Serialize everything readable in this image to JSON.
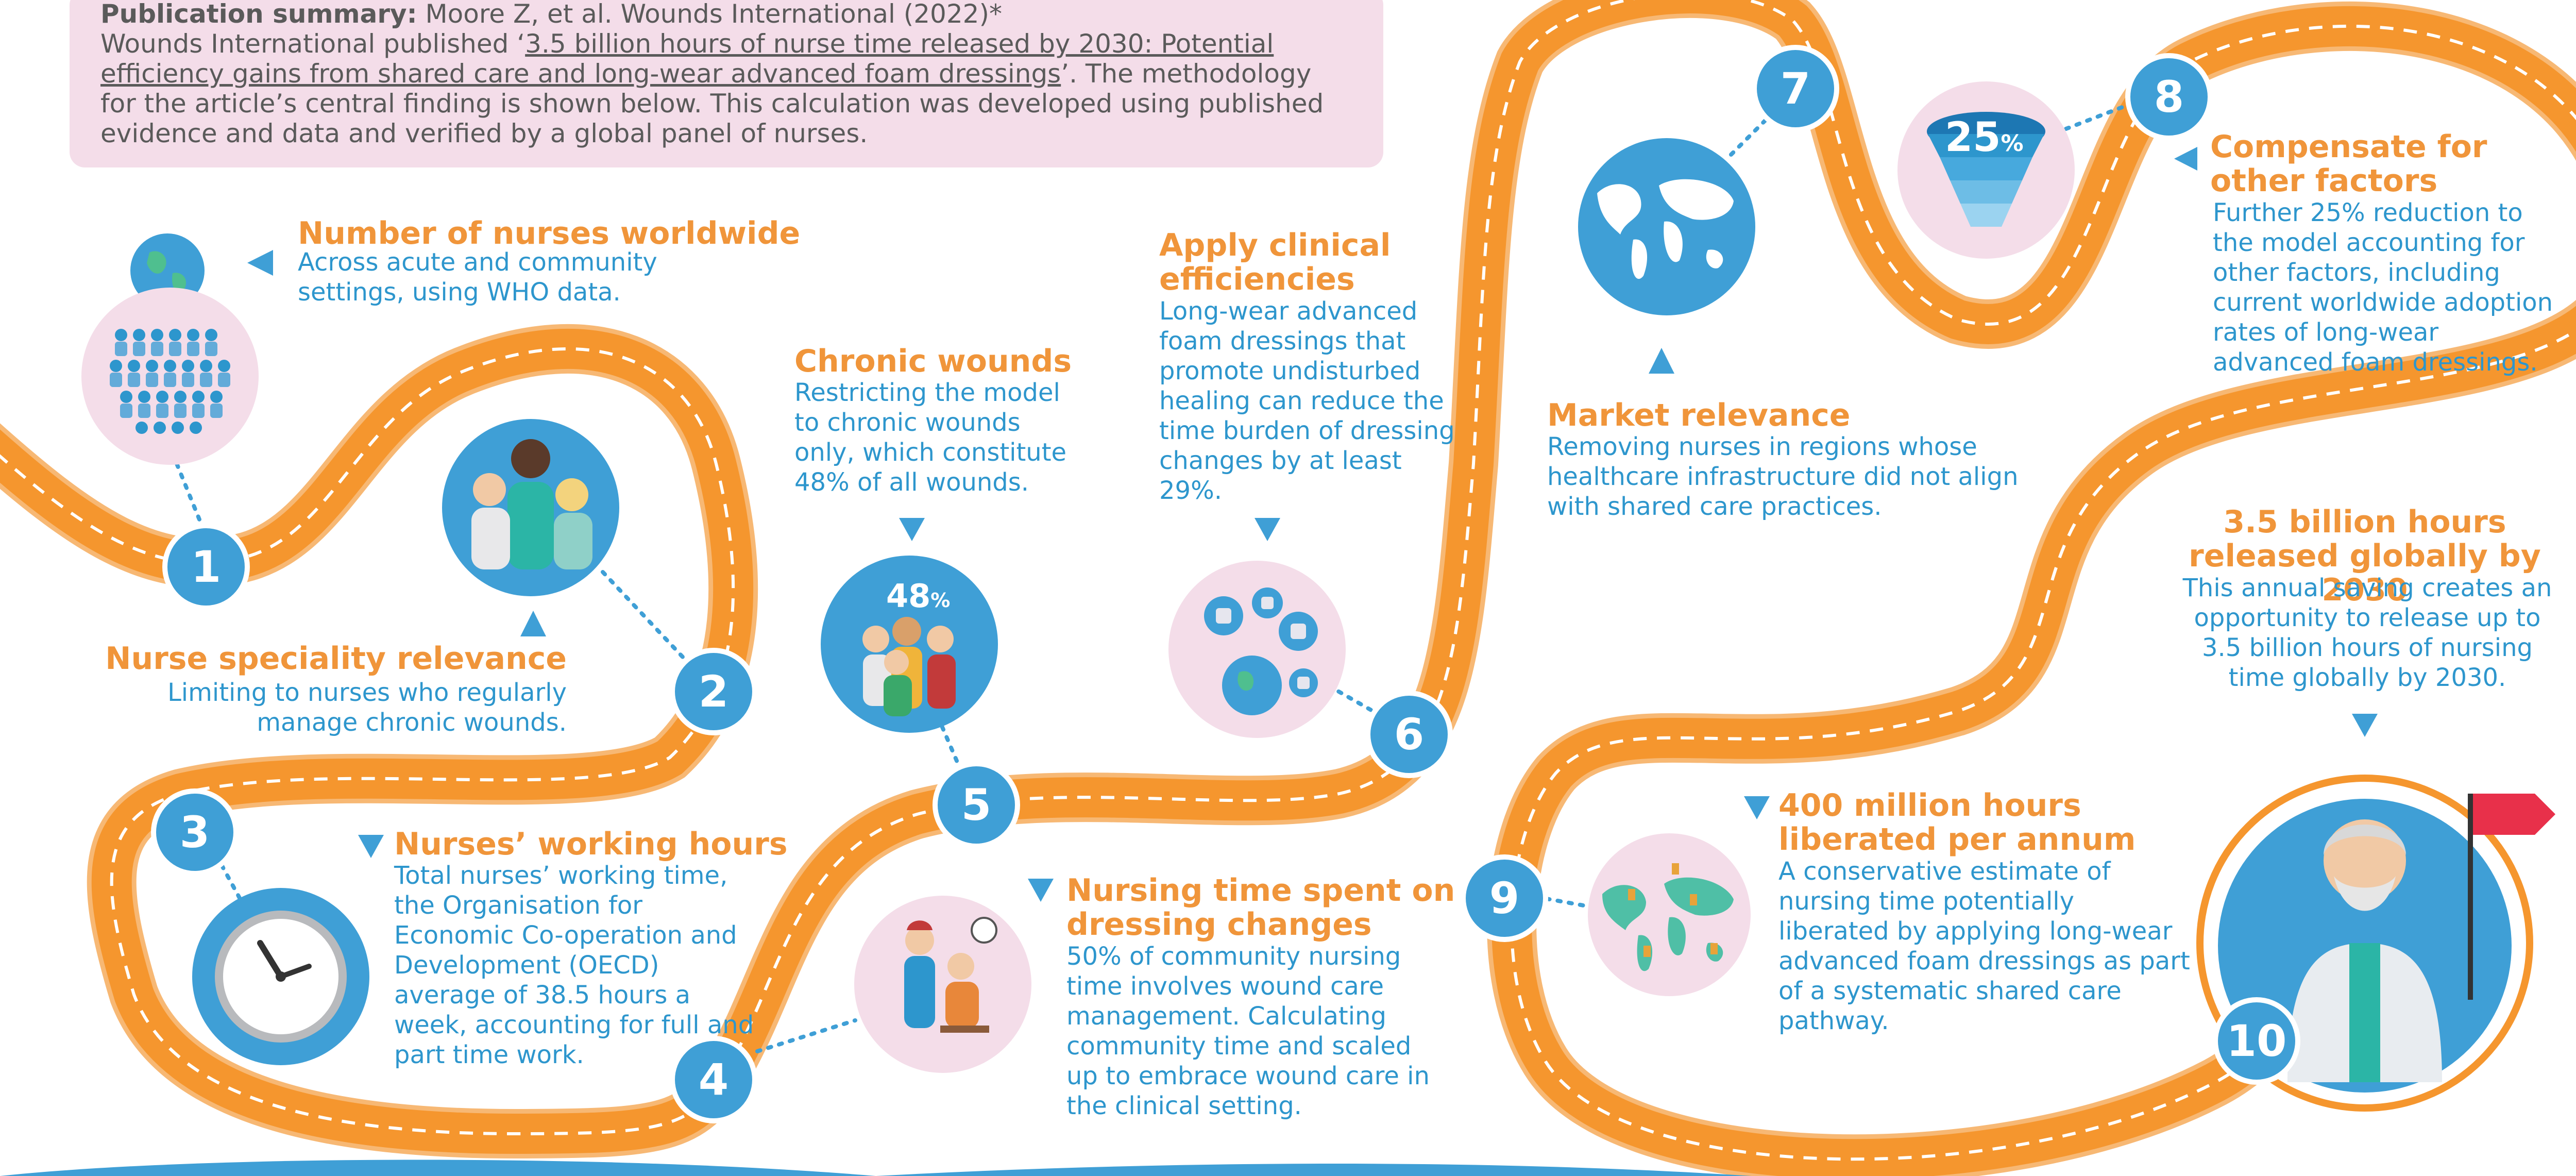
{
  "publication": {
    "label": "Publication summary:",
    "citation": " Moore Z, et al. Wounds International (2022)*",
    "line_prefix": "Wounds International published ‘",
    "article_title": "3.5 billion hours of nurse time released by 2030: Potential efficiency gains from shared care and long-wear advanced foam dressings",
    "line_suffix": "’. The methodology for the article’s central finding is shown below. This calculation was developed using published evidence and data and verified by a global panel of nurses."
  },
  "steps": [
    {
      "number": "1",
      "title": "Number of nurses worldwide",
      "text": "Across acute and community settings, using WHO data."
    },
    {
      "number": "2",
      "title": "Nurse speciality relevance",
      "text": "Limiting to nurses who regularly manage chronic wounds."
    },
    {
      "number": "3",
      "title": "Nurses’ working hours",
      "text": "Total nurses’ working time, the Organisation for Economic Co-operation and Development (OECD) average of 38.5 hours a week, accounting for full and part time work."
    },
    {
      "number": "4",
      "title": "Nursing time spent on dressing changes",
      "text": "50% of community nursing time involves wound care management. Calculating community time and scaled up to embrace wound care in the clinical setting."
    },
    {
      "number": "5",
      "title": "Chronic wounds",
      "text": "Restricting the model to chronic wounds only, which constitute 48% of all wounds."
    },
    {
      "number": "6",
      "title": "Apply clinical efficiencies",
      "text": "Long-wear advanced foam dressings that promote undisturbed healing can reduce the time burden of dressing changes by at least 29%."
    },
    {
      "number": "7",
      "title": "Market relevance",
      "text": "Removing nurses in regions whose healthcare infrastructure did not align with shared care practices."
    },
    {
      "number": "8",
      "title": "Compensate for other factors",
      "text": "Further 25% reduction to the model accounting for other factors, including current worldwide adoption rates of long-wear advanced foam dressings."
    },
    {
      "number": "9",
      "title": "400 million hours liberated per annum",
      "text": "A conservative estimate of nursing time potentially liberated by applying long-wear advanced foam dressings as part of a systematic shared care pathway."
    },
    {
      "number": "10",
      "title": "3.5 billion hours released globally by 2030",
      "text": "This annual saving creates an opportunity to release up to 3.5 billion hours of nursing time globally by 2030."
    }
  ],
  "badges": {
    "chronic_pct": "48",
    "factor_pct": "25",
    "pct_sign": "%"
  },
  "colors": {
    "road": "#f5962e",
    "road_edge": "#f7b874",
    "accent_blue": "#3f9fd6",
    "orange_text": "#f0953a",
    "blue_text": "#2d96cd",
    "pink": "#f4dde9"
  }
}
